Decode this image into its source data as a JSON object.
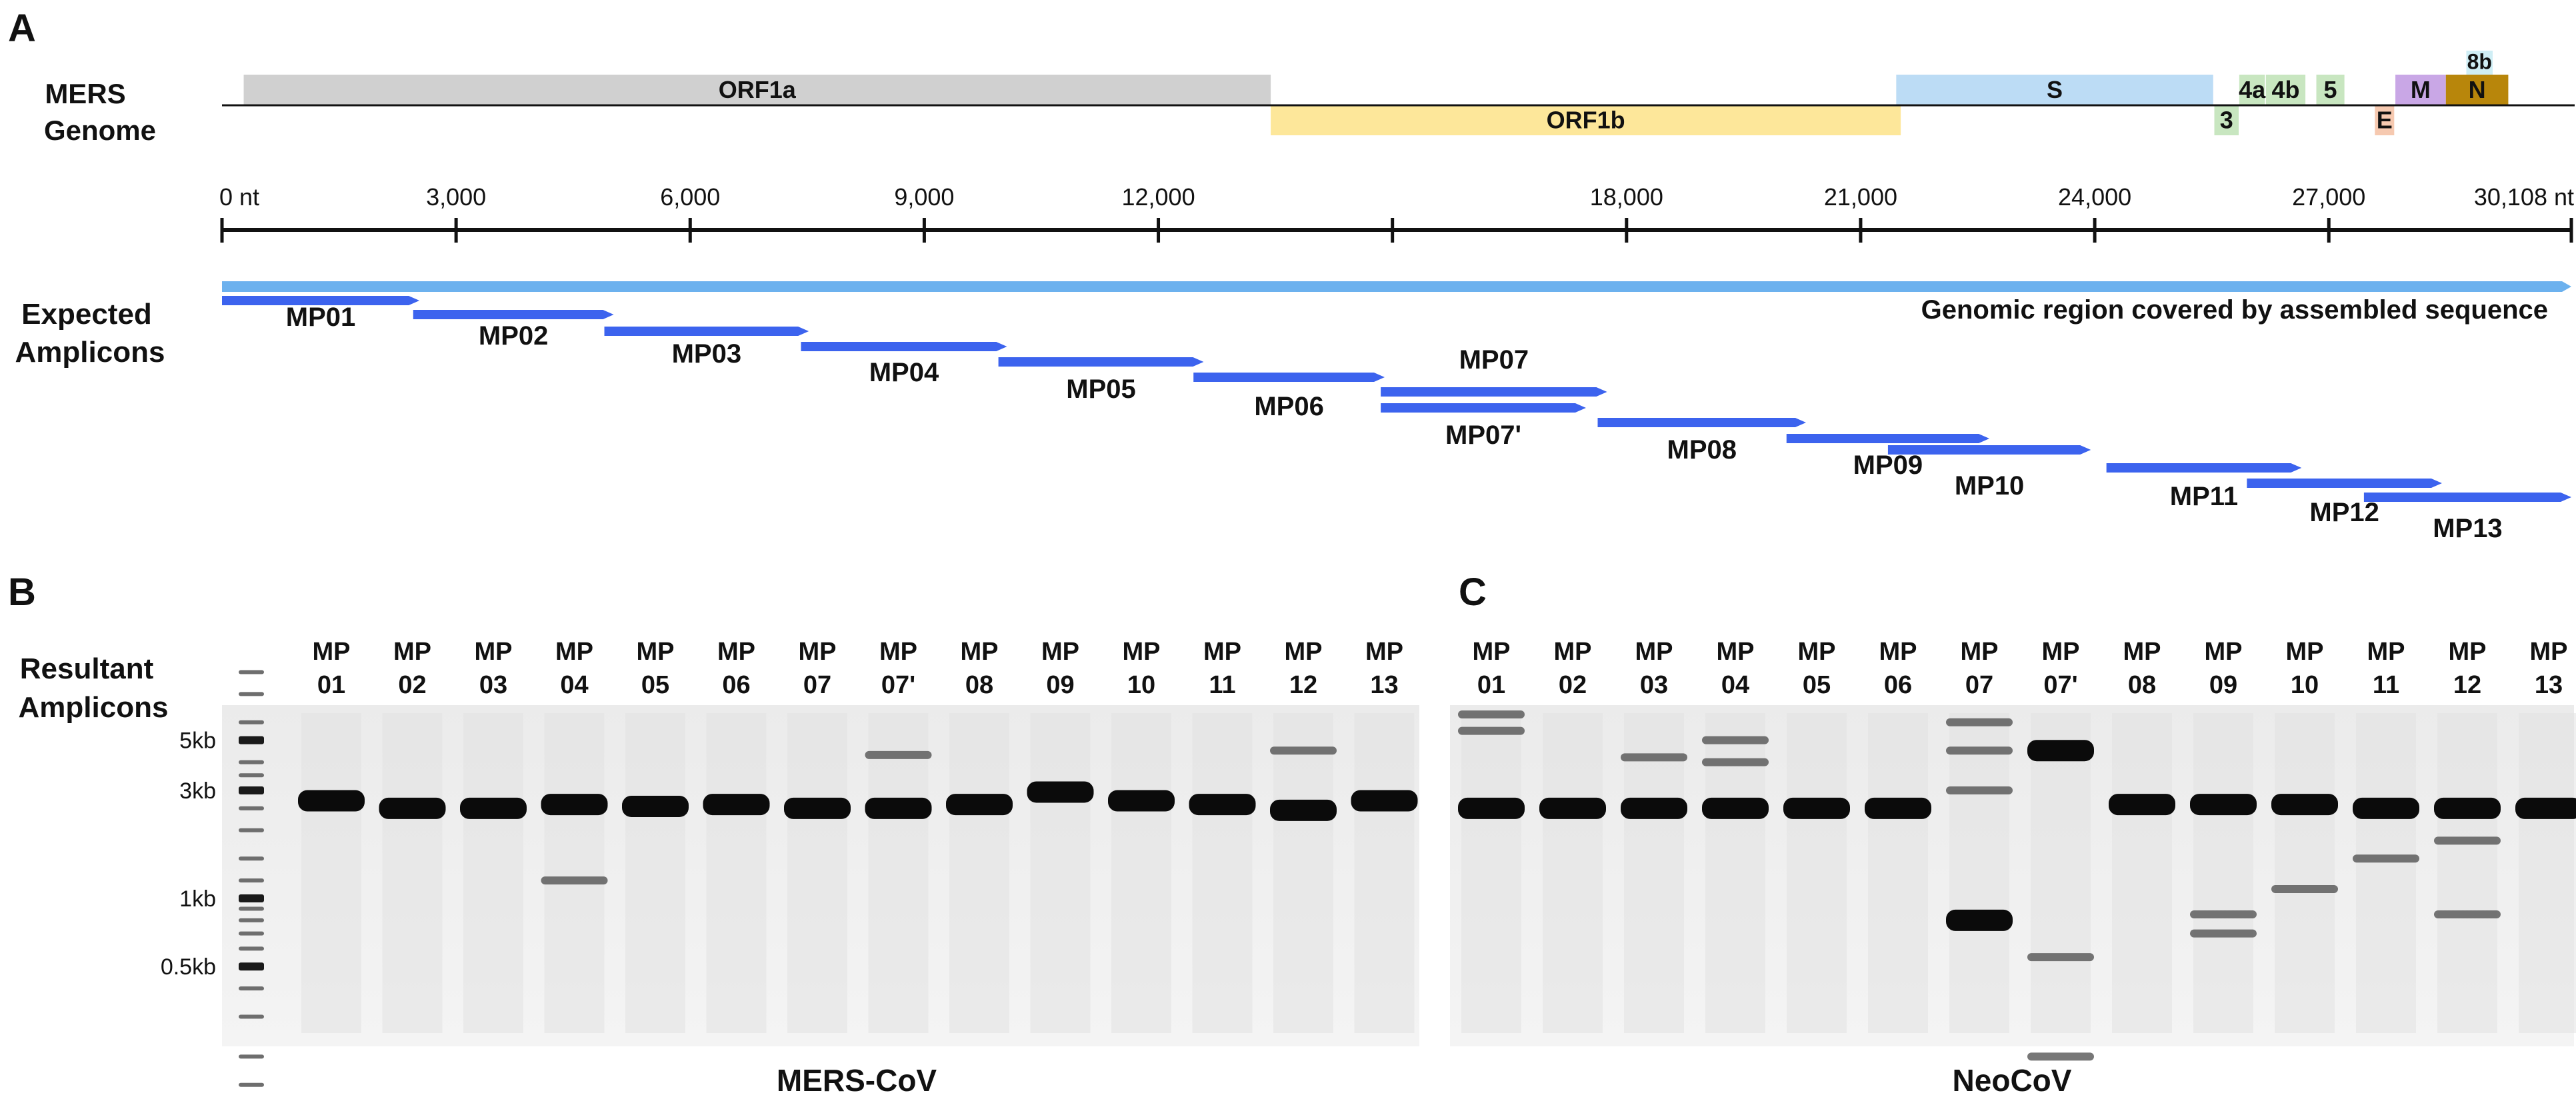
{
  "panels": {
    "a": "A",
    "b": "B",
    "c": "C"
  },
  "genome": {
    "row_label": [
      "MERS",
      "Genome"
    ],
    "length_nt": 30108,
    "genes": [
      {
        "name": "ORF1a",
        "start": 278,
        "end": 13440,
        "row": "top",
        "color": "#d0d0d0"
      },
      {
        "name": "ORF1b",
        "start": 13440,
        "end": 21514,
        "row": "bottom",
        "color": "#fde79a"
      },
      {
        "name": "S",
        "start": 21456,
        "end": 25518,
        "row": "top",
        "color": "#bcdcf5"
      },
      {
        "name": "3",
        "start": 25533,
        "end": 25845,
        "row": "bottom",
        "color": "#c8e6c0"
      },
      {
        "name": "4a",
        "start": 25852,
        "end": 26181,
        "row": "top",
        "color": "#c8e6c0"
      },
      {
        "name": "4b",
        "start": 26194,
        "end": 26700,
        "row": "top",
        "color": "#c8e6c0"
      },
      {
        "name": "5",
        "start": 26840,
        "end": 27200,
        "row": "top",
        "color": "#c8e6c0"
      },
      {
        "name": "E",
        "start": 27590,
        "end": 27838,
        "row": "bottom",
        "color": "#f6c9b0"
      },
      {
        "name": "M",
        "start": 27853,
        "end": 28500,
        "row": "top",
        "color": "#c9a7e6"
      },
      {
        "name": "N",
        "start": 28500,
        "end": 29300,
        "row": "top",
        "color": "#b8860b"
      },
      {
        "name": "8b",
        "start": 28762,
        "end": 29100,
        "row": "above",
        "color": "#cfeef5"
      }
    ]
  },
  "axis": {
    "ticks": [
      {
        "value": 0,
        "label": "0 nt"
      },
      {
        "value": 3000,
        "label": "3,000"
      },
      {
        "value": 6000,
        "label": "6,000"
      },
      {
        "value": 9000,
        "label": "9,000"
      },
      {
        "value": 12000,
        "label": "12,000"
      },
      {
        "value": 15000,
        "label": ""
      },
      {
        "value": 18000,
        "label": "18,000"
      },
      {
        "value": 21000,
        "label": "21,000"
      },
      {
        "value": 24000,
        "label": "24,000"
      },
      {
        "value": 27000,
        "label": "27,000"
      },
      {
        "value": 30108,
        "label": "30,108 nt"
      }
    ]
  },
  "amplicons": {
    "row_label": [
      "Expected",
      "Amplicons"
    ],
    "coverage_label": "Genomic region covered by assembled sequence",
    "coverage": {
      "start": 0,
      "end": 30108
    },
    "items": [
      {
        "name": "MP01",
        "start": 0,
        "end": 2530
      },
      {
        "name": "MP02",
        "start": 2450,
        "end": 5020
      },
      {
        "name": "MP03",
        "start": 4900,
        "end": 7520
      },
      {
        "name": "MP04",
        "start": 7420,
        "end": 10060
      },
      {
        "name": "MP05",
        "start": 9950,
        "end": 12580
      },
      {
        "name": "MP06",
        "start": 12450,
        "end": 14900
      },
      {
        "name": "MP07",
        "start": 14850,
        "end": 17750
      },
      {
        "name": "MP07'",
        "start": 14850,
        "end": 17480
      },
      {
        "name": "MP08",
        "start": 17630,
        "end": 20300
      },
      {
        "name": "MP09",
        "start": 20050,
        "end": 22650
      },
      {
        "name": "MP10",
        "start": 21350,
        "end": 23950
      },
      {
        "name": "MP11",
        "start": 24150,
        "end": 26650
      },
      {
        "name": "MP12",
        "start": 25950,
        "end": 28450
      },
      {
        "name": "MP13",
        "start": 27450,
        "end": 30108
      }
    ]
  },
  "gels": {
    "row_label": [
      "Resultant",
      "Amplicons"
    ],
    "lane_labels": [
      [
        "MP",
        "01"
      ],
      [
        "MP",
        "02"
      ],
      [
        "MP",
        "03"
      ],
      [
        "MP",
        "04"
      ],
      [
        "MP",
        "05"
      ],
      [
        "MP",
        "06"
      ],
      [
        "MP",
        "07"
      ],
      [
        "MP",
        "07'"
      ],
      [
        "MP",
        "08"
      ],
      [
        "MP",
        "09"
      ],
      [
        "MP",
        "10"
      ],
      [
        "MP",
        "11"
      ],
      [
        "MP",
        "12"
      ],
      [
        "MP",
        "13"
      ]
    ],
    "ladder_labels": [
      {
        "label": "5kb",
        "kb": 5
      },
      {
        "label": "3kb",
        "kb": 3
      },
      {
        "label": "1kb",
        "kb": 1
      },
      {
        "label": "0.5kb",
        "kb": 0.5
      }
    ],
    "mers": {
      "title": "MERS-CoV",
      "bands_kb": [
        [
          2.7
        ],
        [
          2.5
        ],
        [
          2.5
        ],
        [
          2.6,
          1.2
        ],
        [
          2.55
        ],
        [
          2.6
        ],
        [
          2.5
        ],
        [
          2.5,
          4.3
        ],
        [
          2.6
        ],
        [
          2.95
        ],
        [
          2.7
        ],
        [
          2.6
        ],
        [
          2.45,
          4.5
        ],
        [
          2.7
        ]
      ]
    },
    "neocov": {
      "title": "NeoCoV",
      "bands_kb": [
        [
          2.5,
          5.5,
          6.5
        ],
        [
          2.5
        ],
        [
          2.5,
          4.2
        ],
        [
          2.5,
          4.0,
          5.0
        ],
        [
          2.5
        ],
        [
          2.5
        ],
        [
          0.8,
          3.0,
          4.5,
          6.0
        ],
        [
          4.5,
          0.55,
          0.2
        ],
        [
          2.6
        ],
        [
          2.6,
          0.85,
          0.7
        ],
        [
          2.6,
          1.1
        ],
        [
          2.5,
          1.5
        ],
        [
          2.5,
          1.8,
          0.85
        ],
        [
          2.5
        ]
      ]
    }
  }
}
